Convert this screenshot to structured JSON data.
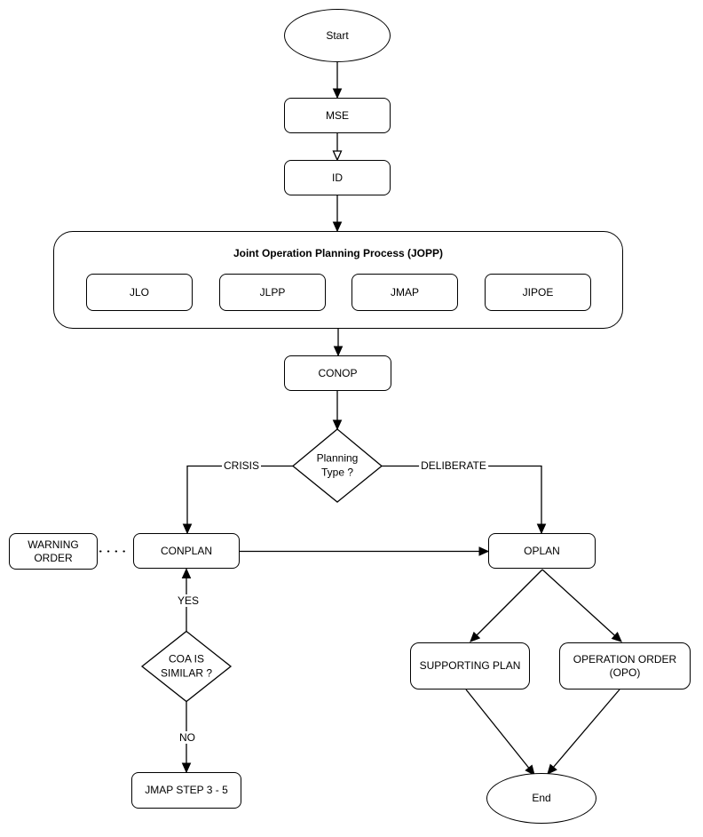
{
  "diagram": {
    "nodes": {
      "start": {
        "label": "Start",
        "type": "terminator"
      },
      "mse": {
        "label": "MSE",
        "type": "process"
      },
      "id": {
        "label": "ID",
        "type": "process"
      },
      "jopp": {
        "title": "Joint Operation Planning Process (JOPP)",
        "children": [
          {
            "label": "JLO"
          },
          {
            "label": "JLPP"
          },
          {
            "label": "JMAP"
          },
          {
            "label": "JIPOE"
          }
        ]
      },
      "conop": {
        "label": "CONOP",
        "type": "process"
      },
      "planning_type": {
        "label_line1": "Planning",
        "label_line2": "Type ?",
        "type": "decision"
      },
      "warning_order": {
        "label_line1": "WARNING",
        "label_line2": "ORDER",
        "type": "process"
      },
      "conplan": {
        "label": "CONPLAN",
        "type": "process"
      },
      "oplan": {
        "label": "OPLAN",
        "type": "process"
      },
      "coa_similar": {
        "label_line1": "COA IS",
        "label_line2": "SIMILAR ?",
        "type": "decision"
      },
      "supporting_plan": {
        "label": "SUPPORTING PLAN",
        "type": "process"
      },
      "operation_order": {
        "label_line1": "OPERATION ORDER",
        "label_line2": "(OPO)",
        "type": "process"
      },
      "jmap_step": {
        "label": "JMAP STEP 3 - 5",
        "type": "process"
      },
      "end": {
        "label": "End",
        "type": "terminator"
      }
    },
    "edge_labels": {
      "crisis": "CRISIS",
      "deliberate": "DELIBERATE",
      "yes": "YES",
      "no": "NO"
    },
    "colors": {
      "stroke": "#000000",
      "text": "#000000",
      "background": "#ffffff"
    }
  }
}
